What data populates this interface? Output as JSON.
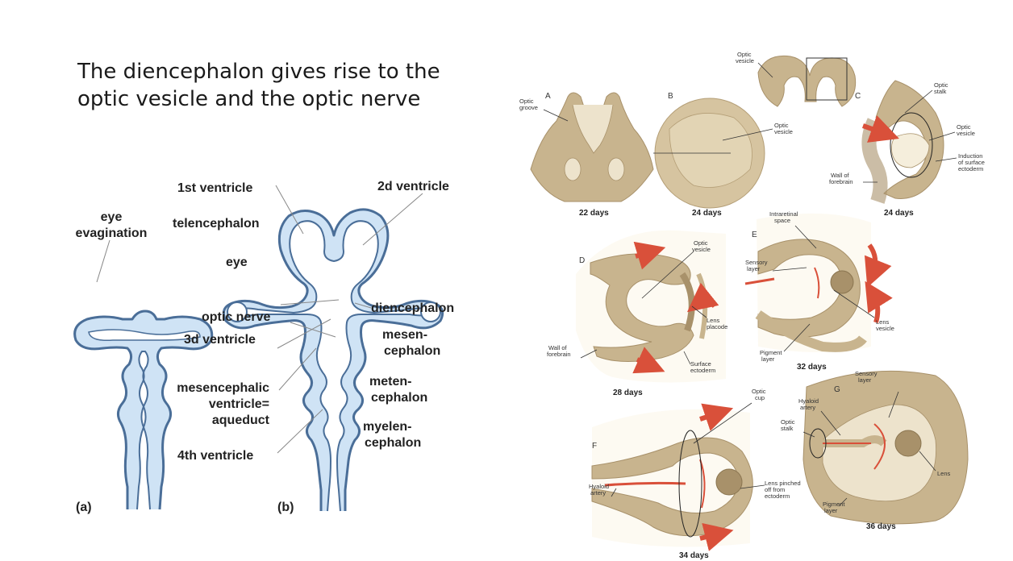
{
  "title": {
    "line1": "The diencephalon gives rise to the",
    "line2": "optic vesicle and the optic nerve"
  },
  "left_figure": {
    "panel_a": "(a)",
    "panel_b": "(b)",
    "labels": {
      "eye_evagination_1": "eye",
      "eye_evagination_2": "evagination",
      "first_ventricle": "1st ventricle",
      "second_ventricle": "2d ventricle",
      "telencephalon": "telencephalon",
      "eye": "eye",
      "optic_nerve": "optic nerve",
      "diencephalon": "diencephalon",
      "third_ventricle": "3d ventricle",
      "mesencephalon_1": "mesen-",
      "mesencephalon_2": "cephalon",
      "mesencephalic_ventricle_1": "mesencephalic",
      "mesencephalic_ventricle_2": "ventricle=",
      "mesencephalic_ventricle_3": "aqueduct",
      "metencephalon_1": "meten-",
      "metencephalon_2": "cephalon",
      "myelencephalon_1": "myelen-",
      "myelencephalon_2": "cephalon",
      "fourth_ventricle": "4th ventricle"
    }
  },
  "right_figure": {
    "panels": {
      "A": "A",
      "B": "B",
      "C": "C",
      "D": "D",
      "E": "E",
      "F": "F",
      "G": "G"
    },
    "days": {
      "A": "22 days",
      "B": "24 days",
      "C": "24 days",
      "D": "28 days",
      "E": "32 days",
      "F": "34 days",
      "G": "36 days"
    },
    "labels": {
      "optic_groove_1": "Optic",
      "optic_groove_2": "groove",
      "optic_vesicle_top_1": "Optic",
      "optic_vesicle_top_2": "vesicle",
      "optic_vesicle_b_1": "Optic",
      "optic_vesicle_b_2": "vesicle",
      "optic_stalk_c_1": "Optic",
      "optic_stalk_c_2": "stalk",
      "optic_vesicle_c_1": "Optic",
      "optic_vesicle_c_2": "vesicle",
      "induction_1": "Induction",
      "induction_2": "of surface",
      "induction_3": "ectoderm",
      "wall_forebrain_c_1": "Wall of",
      "wall_forebrain_c_2": "forebrain",
      "optic_vesicle_d_1": "Optic",
      "optic_vesicle_d_2": "vesicle",
      "lens_placode_1": "Lens",
      "lens_placode_2": "placode",
      "wall_forebrain_d_1": "Wall of",
      "wall_forebrain_d_2": "forebrain",
      "surface_ectoderm_1": "Surface",
      "surface_ectoderm_2": "ectoderm",
      "intraretinal_1": "Intraretinal",
      "intraretinal_2": "space",
      "sensory_layer_e_1": "Sensory",
      "sensory_layer_e_2": "layer",
      "lens_vesicle_1": "Lens",
      "lens_vesicle_2": "vesicle",
      "pigment_layer_e_1": "Pigment",
      "pigment_layer_e_2": "layer",
      "optic_cup_1": "Optic",
      "optic_cup_2": "cup",
      "hyaloid_artery_f_1": "Hyaloid",
      "hyaloid_artery_f_2": "artery",
      "lens_pinched_1": "Lens pinched",
      "lens_pinched_2": "off from",
      "lens_pinched_3": "ectoderm",
      "sensory_layer_g_1": "Sensory",
      "sensory_layer_g_2": "layer",
      "hyaloid_artery_g_1": "Hyaloid",
      "hyaloid_artery_g_2": "artery",
      "optic_stalk_g_1": "Optic",
      "optic_stalk_g_2": "stalk",
      "lens_g": "Lens",
      "pigment_layer_g_1": "Pigment",
      "pigment_layer_g_2": "layer"
    }
  },
  "colors": {
    "brain_fill": "#cfe3f5",
    "brain_outline": "#4a6e98",
    "tissue": "#c8b48e",
    "tissue_dark": "#a8916a",
    "tissue_light": "#ede3cc",
    "arrow_red": "#d9503a"
  }
}
